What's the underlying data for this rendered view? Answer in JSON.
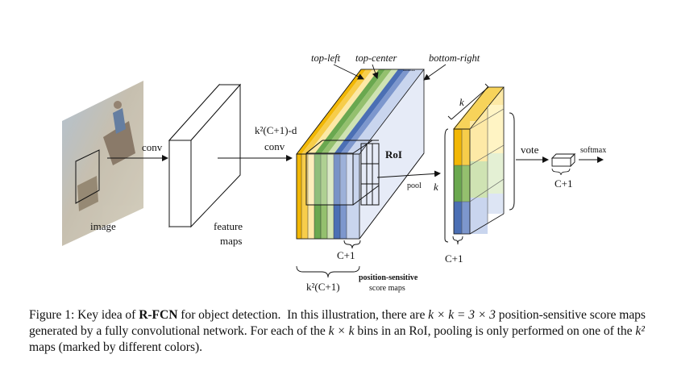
{
  "figure": {
    "image_label": "image",
    "conv_label": "conv",
    "feature_maps_label_1": "feature",
    "feature_maps_label_2": "maps",
    "score_conv_top": "k²(C+1)-d",
    "score_conv_bottom": "conv",
    "top_left": "top-left",
    "top_center": "top-center",
    "ellipsis": "......",
    "bottom_right": "bottom-right",
    "roi": "RoI",
    "pool": "pool",
    "k_side": "k",
    "k_top": "k",
    "c1_center": "C+1",
    "c1_right": "C+1",
    "c1_output": "C+1",
    "k2c1": "k²(C+1)",
    "ps_label_1": "position-sensitive",
    "ps_label_2": "score maps",
    "vote": "vote",
    "softmax": "softmax",
    "colors": {
      "yellow": "#f2b705",
      "light_yellow": "#fde9a6",
      "green": "#6aa84f",
      "light_green": "#cfe3b3",
      "blue": "#4b6fb4",
      "light_blue": "#c9d5ee",
      "back_face": "#e6ebf7"
    }
  },
  "caption": {
    "p1": "Figure 1: Key idea of ",
    "p2": "R-FCN",
    "p3": " for object detection.  In this illustration, there are ",
    "p4": "k × k = 3 × 3",
    "p5": " position-sensitive score maps generated by a fully convolutional network. For each of the ",
    "p6": "k × k",
    "p7": " bins in an RoI, pooling is only performed on one of the ",
    "p8": "k²",
    "p9": " maps (marked by different colors)."
  }
}
